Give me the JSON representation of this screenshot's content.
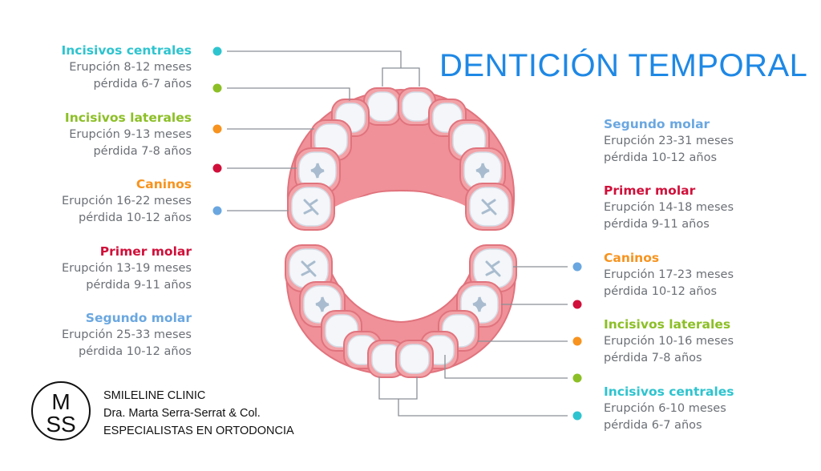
{
  "title": "DENTICIÓN TEMPORAL",
  "colors": {
    "central": "#2ec4cf",
    "lateral": "#8cbf26",
    "canine": "#f7931e",
    "first_molar": "#d0103a",
    "second_molar": "#6aa7e0",
    "title": "#1e88e5",
    "gum": "#f08a90",
    "text": "#6b6f75"
  },
  "upper": [
    {
      "name": "Incisivos centrales",
      "eruption": "Erupción 8-12 meses",
      "loss": "pérdida 6-7 años"
    },
    {
      "name": "Incisivos laterales",
      "eruption": "Erupción 9-13 meses",
      "loss": "pérdida 7-8 años"
    },
    {
      "name": "Caninos",
      "eruption": "Erupción 16-22 meses",
      "loss": "pérdida 10-12 años"
    },
    {
      "name": "Primer molar",
      "eruption": "Erupción 13-19 meses",
      "loss": "pérdida 9-11 años"
    },
    {
      "name": "Segundo molar",
      "eruption": "Erupción 25-33 meses",
      "loss": "pérdida 10-12 años"
    }
  ],
  "lower": [
    {
      "name": "Segundo molar",
      "eruption": "Erupción 23-31 meses",
      "loss": "pérdida 10-12 años"
    },
    {
      "name": "Primer molar",
      "eruption": "Erupción 14-18 meses",
      "loss": "pérdida 9-11 años"
    },
    {
      "name": "Caninos",
      "eruption": "Erupción 17-23 meses",
      "loss": "pérdida 10-12 años"
    },
    {
      "name": "Incisivos laterales",
      "eruption": "Erupción 10-16 meses",
      "loss": "pérdida 7-8 años"
    },
    {
      "name": "Incisivos centrales",
      "eruption": "Erupción 6-10 meses",
      "loss": "pérdida 6-7 años"
    }
  ],
  "clinic": {
    "logo_letters": "MSS",
    "line1": "SMILELINE CLINIC",
    "line2": "Dra. Marta Serra-Serrat & Col.",
    "line3": "ESPECIALISTAS EN ORTODONCIA"
  }
}
